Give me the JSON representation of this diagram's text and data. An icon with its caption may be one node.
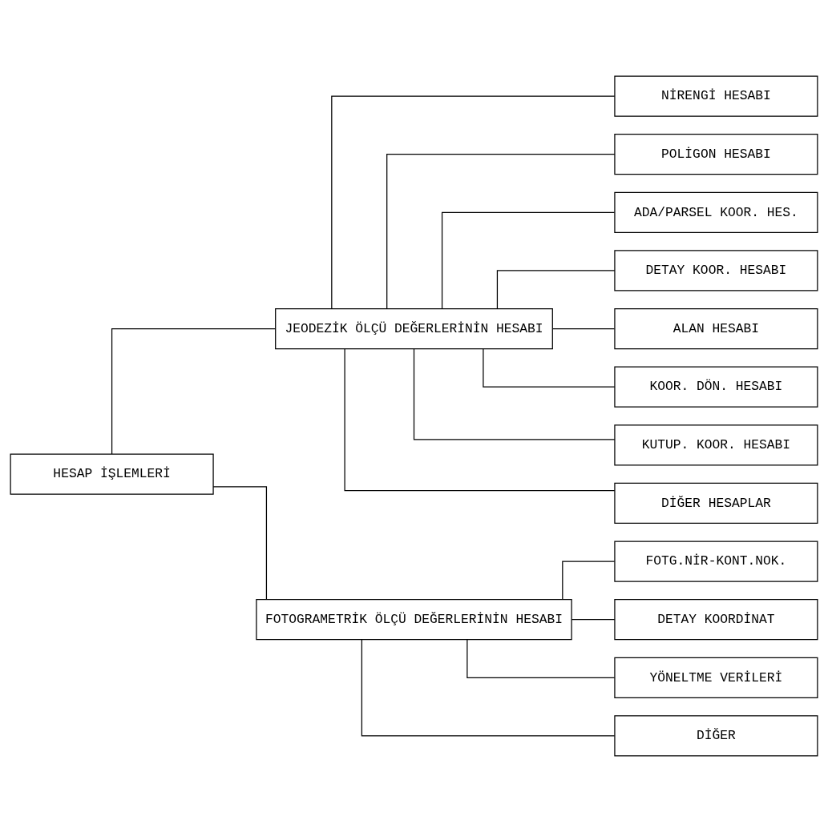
{
  "diagram": {
    "nodes": [
      {
        "text": [
          "HESAP İŞLEMLERİ"
        ]
      },
      {
        "text": [
          "JEODEZİK ÖLÇÜ DEĞERLERİNİN HESABI"
        ]
      },
      {
        "text": [
          "FOTOGRAMETRİK ÖLÇÜ DEĞERLERİNİN HESABI"
        ]
      },
      {
        "text": [
          "NİRENGİ HESABI"
        ]
      },
      {
        "text": [
          "POLİGON HESABI"
        ]
      },
      {
        "text": [
          "ADA/PARSEL KOOR. HES."
        ]
      },
      {
        "text": [
          "DETAY KOOR. HESABI"
        ]
      },
      {
        "text": [
          "ALAN HESABI"
        ]
      },
      {
        "text": [
          "KOOR. DÖN. HESABI"
        ]
      },
      {
        "text": [
          "KUTUP. KOOR. HESABI"
        ]
      },
      {
        "text": [
          "DİĞER HESAPLAR"
        ]
      },
      {
        "text": [
          "FOTG.NİR-KONT.NOK."
        ]
      },
      {
        "text": [
          "DETAY KOORDİNAT"
        ]
      },
      {
        "text": [
          "YÖNELTME VERİLERİ"
        ]
      },
      {
        "text": [
          "DİĞER"
        ]
      }
    ],
    "edges": [
      {
        "from": 0,
        "to": 1,
        "arrow": "none"
      },
      {
        "from": 0,
        "to": 2,
        "arrow": "none"
      },
      {
        "from": 1,
        "to": 3,
        "arrow": "none"
      },
      {
        "from": 1,
        "to": 4,
        "arrow": "none"
      },
      {
        "from": 1,
        "to": 5,
        "arrow": "none"
      },
      {
        "from": 1,
        "to": 6,
        "arrow": "none"
      },
      {
        "from": 1,
        "to": 7,
        "arrow": "none"
      },
      {
        "from": 1,
        "to": 8,
        "arrow": "none"
      },
      {
        "from": 1,
        "to": 9,
        "arrow": "none"
      },
      {
        "from": 1,
        "to": 10,
        "arrow": "none"
      },
      {
        "from": 2,
        "to": 11,
        "arrow": "none"
      },
      {
        "from": 2,
        "to": 12,
        "arrow": "none"
      },
      {
        "from": 2,
        "to": 13,
        "arrow": "none"
      },
      {
        "from": 2,
        "to": 14,
        "arrow": "none"
      }
    ]
  }
}
